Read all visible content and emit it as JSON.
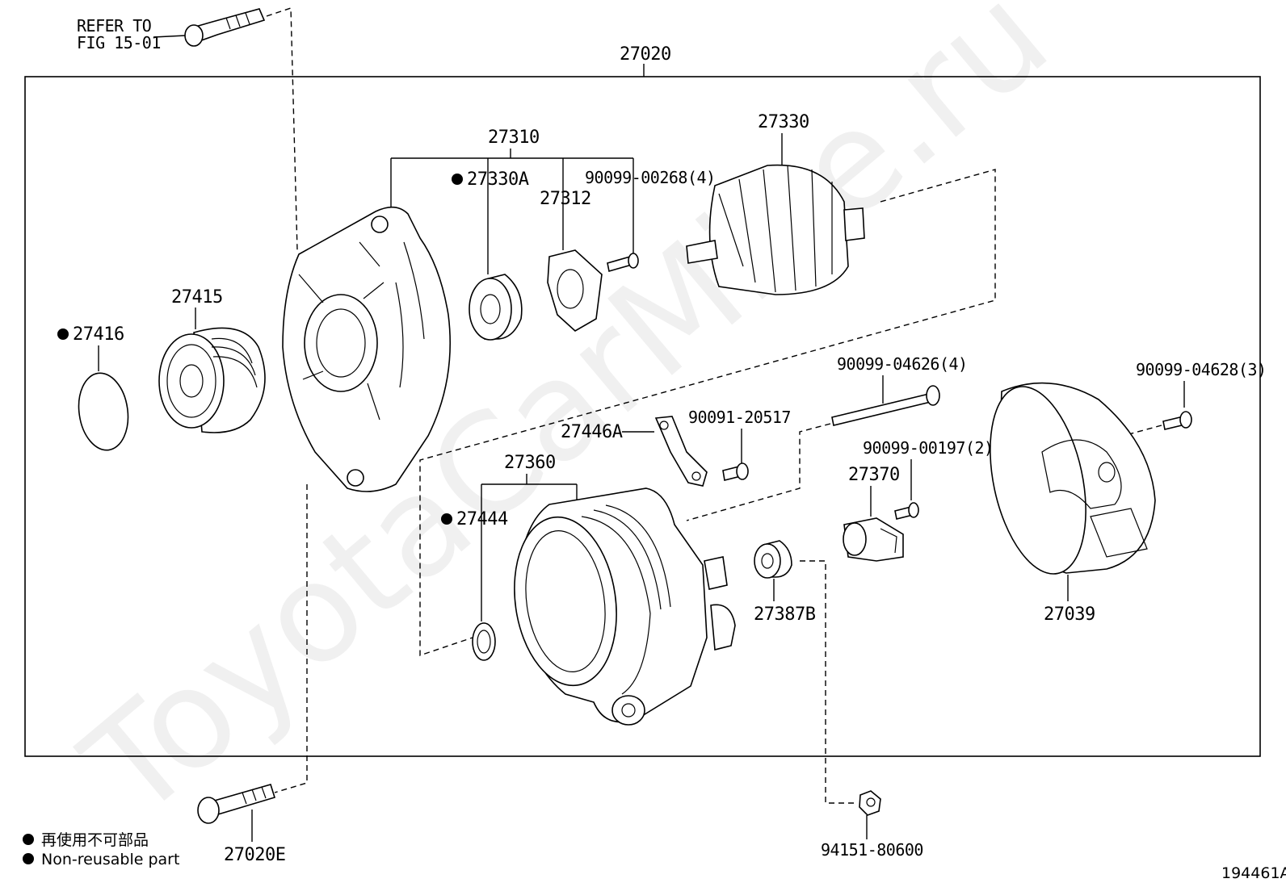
{
  "watermark": "ToyotaCarMine.ru",
  "assembly_label": "27020",
  "refer_note": {
    "line1": "REFER TO",
    "line2": "FIG 15-01"
  },
  "labels": {
    "p27310": "27310",
    "p27330": "27330",
    "p27330A": "27330A",
    "p27312": "27312",
    "p90099_00268": "90099-00268(4)",
    "p27415": "27415",
    "p27416": "27416",
    "p90099_04626": "90099-04626(4)",
    "p90099_04628": "90099-04628(3)",
    "p90091_20517": "90091-20517",
    "p27446A": "27446A",
    "p27360": "27360",
    "p90099_00197": "90099-00197(2)",
    "p27370": "27370",
    "p27444": "27444",
    "p27387B": "27387B",
    "p27039": "27039",
    "p27020E": "27020E",
    "p94151_80600": "94151-80600"
  },
  "legend": {
    "jp": "再使用不可部品",
    "en": "Non-reusable part"
  },
  "figure_id": "194461A"
}
